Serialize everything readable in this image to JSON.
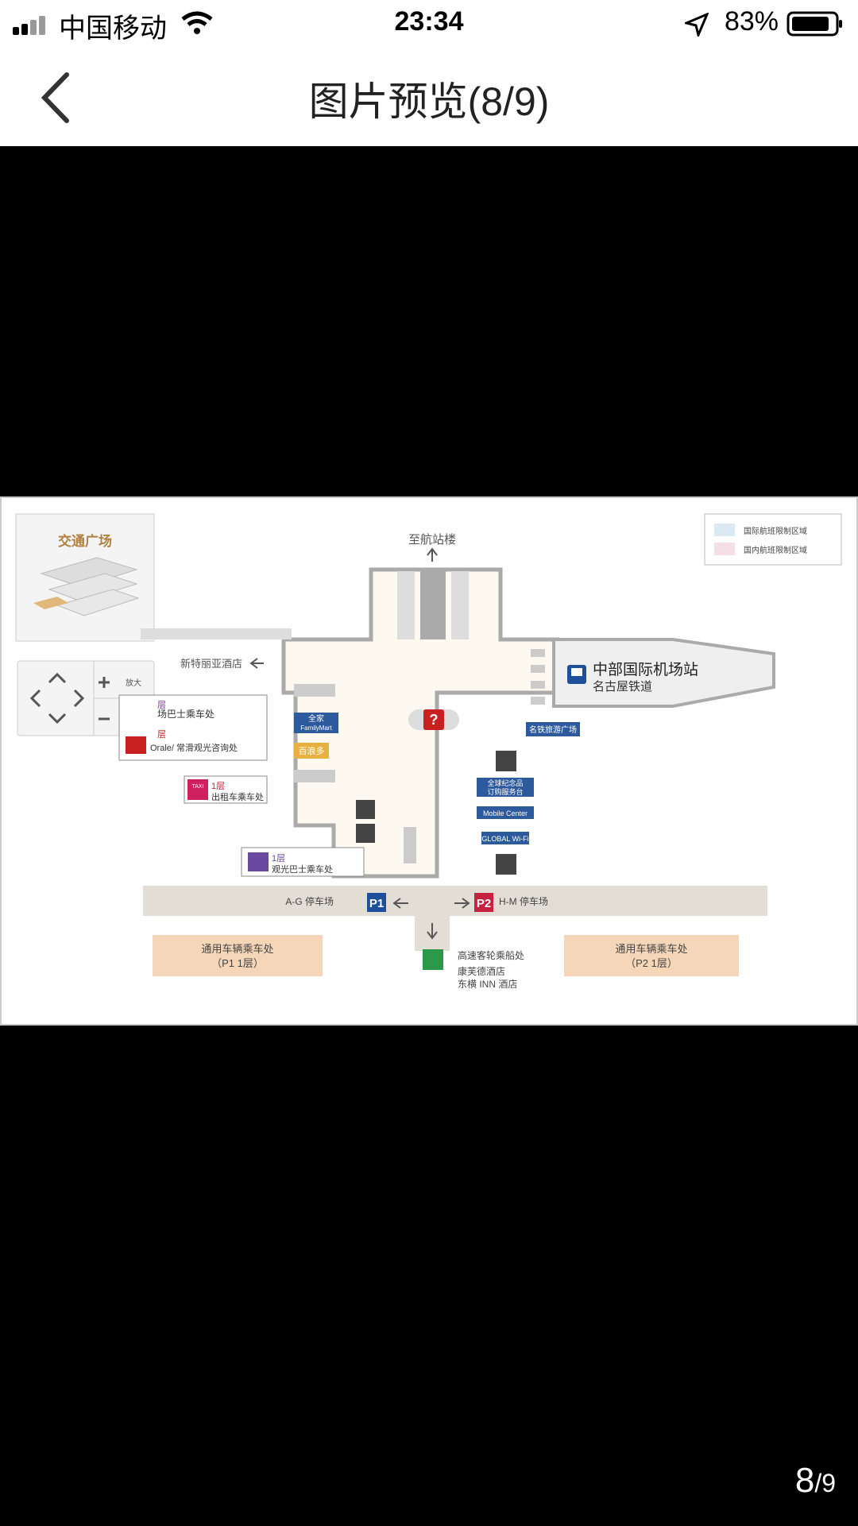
{
  "status_bar": {
    "carrier": "中国移动",
    "time": "23:34",
    "battery": "83%"
  },
  "nav": {
    "title": "图片预览(8/9)"
  },
  "viewer": {
    "counter_current": "8",
    "counter_total": "/9"
  },
  "map": {
    "plaza_title": "交通广场",
    "legend": [
      "国际航班限制区域",
      "国内航班限制区域"
    ],
    "to_terminal": "至航站楼",
    "hotel_arrow": "新特丽亚酒店",
    "zoom_in": "放大",
    "zoom_out": "缩小",
    "station_name": "中部国际机场站",
    "station_line": "名古屋铁道",
    "meitetsu_plaza": "名铁旅游广场",
    "callout_airport_bus_floor": "层",
    "callout_airport_bus": "场巴士乘车处",
    "callout_info_floor": "层",
    "callout_info": "Orale/ 常滑观光咨询处",
    "callout_taxi_floor": "1层",
    "callout_taxi": "出租车乘车处",
    "callout_tour_bus_floor": "1层",
    "callout_tour_bus": "观光巴士乘车处",
    "shop_familymart_1": "全家",
    "shop_familymart_2": "FamilyMart",
    "shop_yuyouduo": "百浪多",
    "svc_souvenir_1": "全球纪念品",
    "svc_souvenir_2": "订购服务台",
    "svc_mobile": "Mobile Center",
    "svc_wifi": "GLOBAL Wi-Fi",
    "parking_ag": "A-G 停车场",
    "parking_hm": "H-M 停车场",
    "p1": "P1",
    "p2": "P2",
    "general_left_1": "通用车辆乘车处",
    "general_left_2": "（P1 1层）",
    "general_right_1": "通用车辆乘车处",
    "general_right_2": "（P2 1层）",
    "ferry": "高速客轮乘船处",
    "hotel_1": "康芙德酒店",
    "hotel_2": "东横 INN 酒店",
    "taxi_badge": "TAXI"
  }
}
